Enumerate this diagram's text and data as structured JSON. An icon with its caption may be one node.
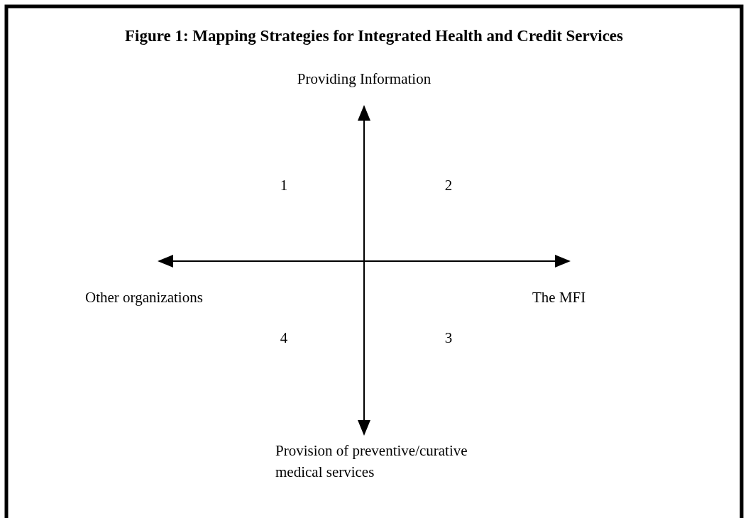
{
  "diagram": {
    "title": "Figure 1: Mapping Strategies for Integrated Health and Credit Services",
    "labels": [
      "Providing Information",
      "1",
      "2",
      "Other organizations",
      "The MFI",
      "4",
      "3",
      "Provision of preventive/curative medical services"
    ]
  }
}
